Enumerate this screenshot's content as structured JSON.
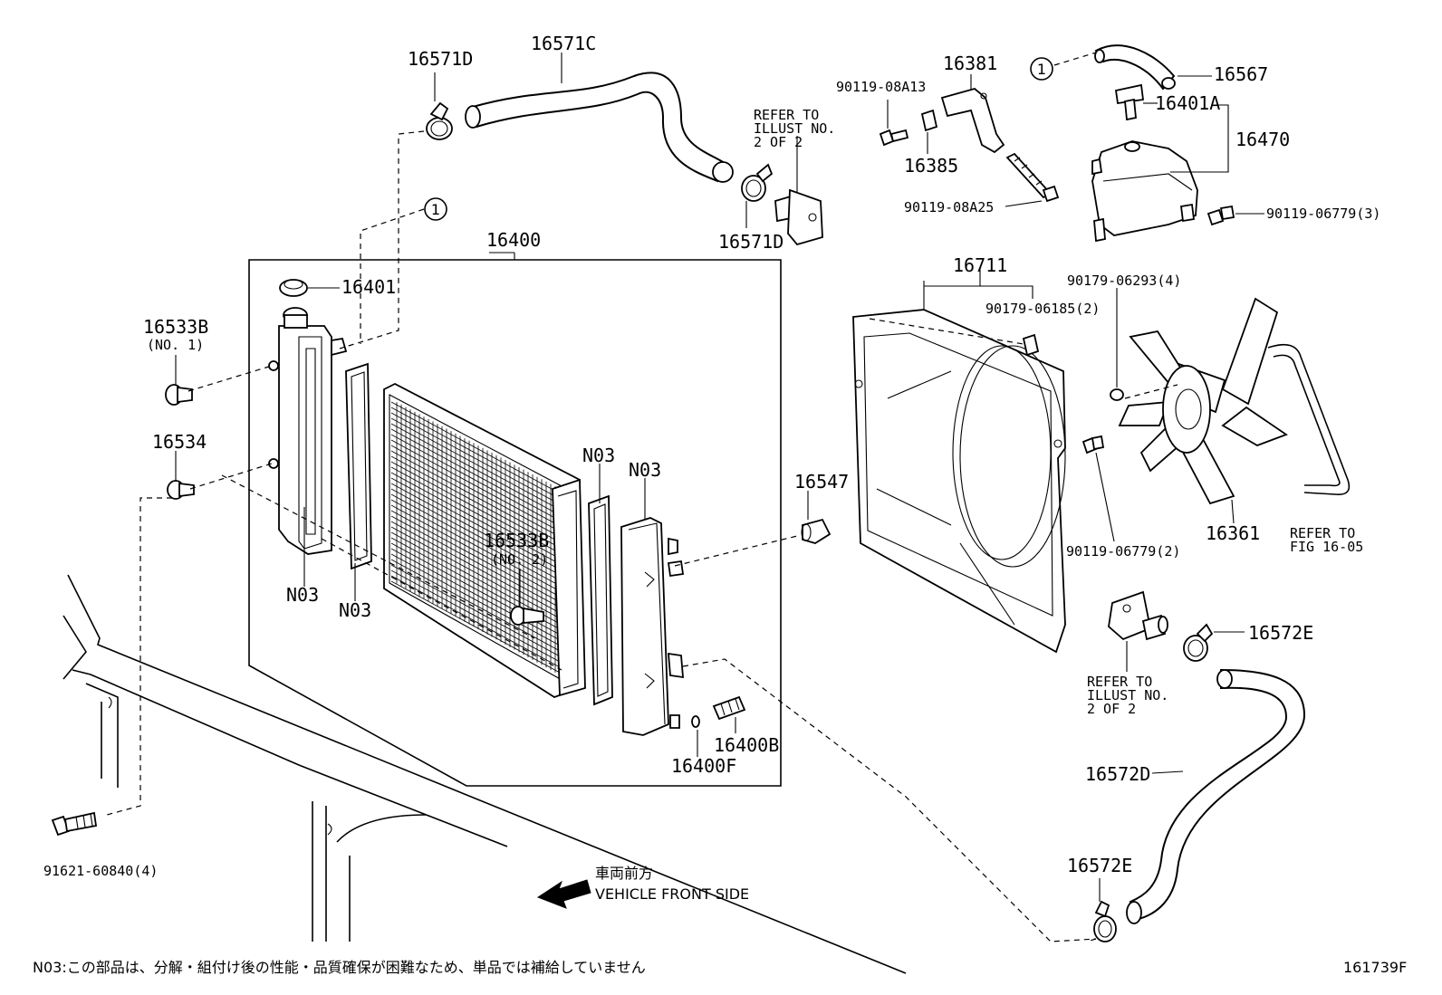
{
  "parts": {
    "p16571D_top": "16571D",
    "p16571C": "16571C",
    "p16571D_bottom": "16571D",
    "p16400": "16400",
    "p16401": "16401",
    "p16533B_1": "16533B",
    "p16533B_1_note": "(NO. 1)",
    "p16534": "16534",
    "p16533B_2": "16533B",
    "p16533B_2_note": "(NO. 2)",
    "n03_a": "N03",
    "n03_b": "N03",
    "n03_c": "N03",
    "n03_d": "N03",
    "p16547": "16547",
    "p16400B": "16400B",
    "p16400F": "16400F",
    "p91621": "91621-60840(4)",
    "p16381": "16381",
    "p90119_08A13": "90119-08A13",
    "p16385": "16385",
    "p90119_08A25": "90119-08A25",
    "p16567": "16567",
    "p16401A": "16401A",
    "p16470": "16470",
    "p90119_06779_3": "90119-06779(3)",
    "p16711": "16711",
    "p90179_06185": "90179-06185(2)",
    "p90179_06293": "90179-06293(4)",
    "p16361": "16361",
    "p90119_06779_2": "90119-06779(2)",
    "p16572E_top": "16572E",
    "p16572D": "16572D",
    "p16572E_bottom": "16572E"
  },
  "refs": {
    "illust_top": [
      "REFER  TO",
      "ILLUST  NO.",
      "2 OF 2"
    ],
    "illust_bottom": [
      "REFER  TO",
      "ILLUST  NO.",
      "2 OF 2"
    ],
    "fig": [
      "REFER TO",
      "FIG 16-05"
    ]
  },
  "markers": {
    "m1": "1",
    "m2": "1"
  },
  "direction": {
    "jp": "車両前方",
    "en": "VEHICLE FRONT SIDE"
  },
  "footer": {
    "note": "N03:この部品は、分解・組付け後の性能・品質確保が困難なため、単品では補給していません",
    "code": "161739F"
  }
}
